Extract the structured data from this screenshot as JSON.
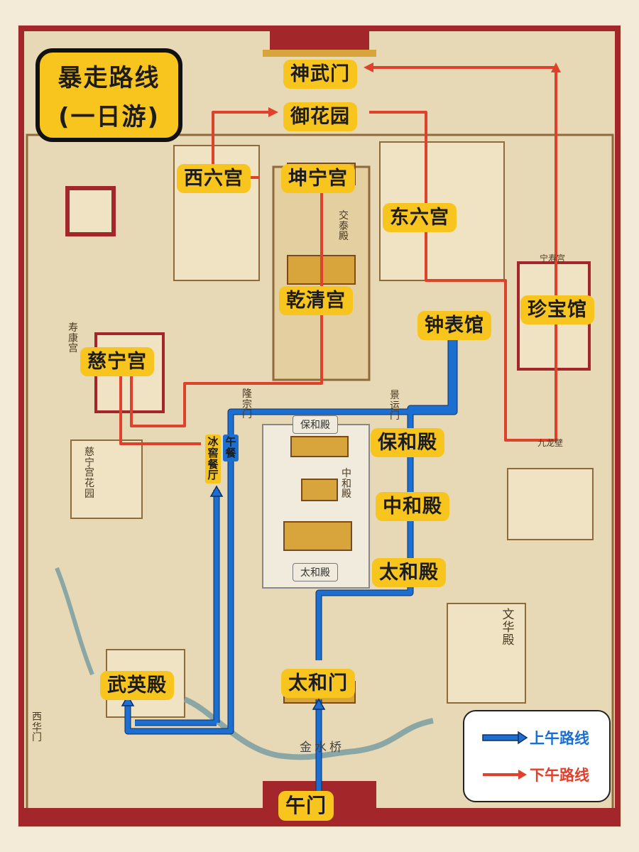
{
  "title": {
    "line1": "暴走路线",
    "line2": "(一日游)"
  },
  "locations": {
    "shenwumen": "神武门",
    "yuhuayuan": "御花园",
    "xiliugong": "西六宫",
    "kunninggong": "坤宁宫",
    "dongliugong": "东六宫",
    "qianqinggong": "乾清宫",
    "zhongbiaoguan": "钟表馆",
    "zhenbaoguan": "珍宝馆",
    "cininggong": "慈宁宫",
    "baohedian": "保和殿",
    "zhonghedian": "中和殿",
    "taihedian": "太和殿",
    "wuyingdian": "武英殿",
    "taihemen": "太和门",
    "wumen": "午门",
    "bingjiao": "冰窖餐厅",
    "lunch": "午餐"
  },
  "map_text": {
    "xihuamen": "西华门",
    "wenhuadian": "文华殿",
    "shoukanggong": "寿康宫",
    "cininggong_huayuan": "慈宁宫花园",
    "wenzhaodian": "文华殿",
    "jinshuiqiao": "金水桥",
    "baohe_plaque": "保和殿",
    "taihe_plaque": "太和殿",
    "zhonghe_small": "中和殿",
    "jiaotai_small": "交泰殿",
    "longzongmen": "隆宗门",
    "jingyunmen": "景运门",
    "jiulongbi": "九龙壁",
    "ningshougong": "宁寿宫"
  },
  "legend": {
    "morning": "上午路线",
    "afternoon": "下午路线"
  },
  "colors": {
    "morning": "#1c6fd1",
    "afternoon": "#e0412c",
    "label": "#f8c51e",
    "wall": "#a3262a",
    "ground": "#e8d9b6"
  }
}
